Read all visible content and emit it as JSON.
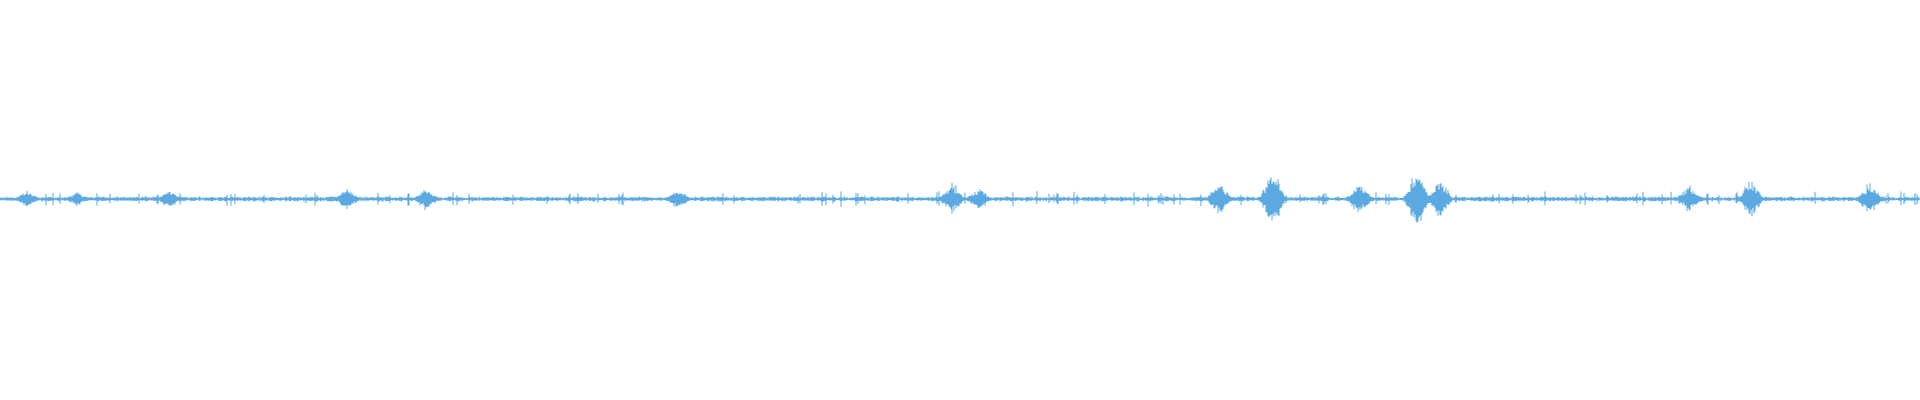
{
  "waveform": {
    "color": "#5aa9e0",
    "background": "#ffffff",
    "baseline_amplitude": 0.012,
    "bursts": [
      {
        "at": 0.014,
        "level": 0.06
      },
      {
        "at": 0.04,
        "level": 0.05
      },
      {
        "at": 0.088,
        "level": 0.07
      },
      {
        "at": 0.181,
        "level": 0.08
      },
      {
        "at": 0.222,
        "level": 0.08
      },
      {
        "at": 0.353,
        "level": 0.07
      },
      {
        "at": 0.496,
        "level": 0.12
      },
      {
        "at": 0.51,
        "level": 0.08
      },
      {
        "at": 0.635,
        "level": 0.12
      },
      {
        "at": 0.663,
        "level": 0.22
      },
      {
        "at": 0.708,
        "level": 0.12
      },
      {
        "at": 0.738,
        "level": 0.22
      },
      {
        "at": 0.75,
        "level": 0.14
      },
      {
        "at": 0.88,
        "level": 0.1
      },
      {
        "at": 0.912,
        "level": 0.14
      },
      {
        "at": 0.974,
        "level": 0.12
      }
    ]
  }
}
